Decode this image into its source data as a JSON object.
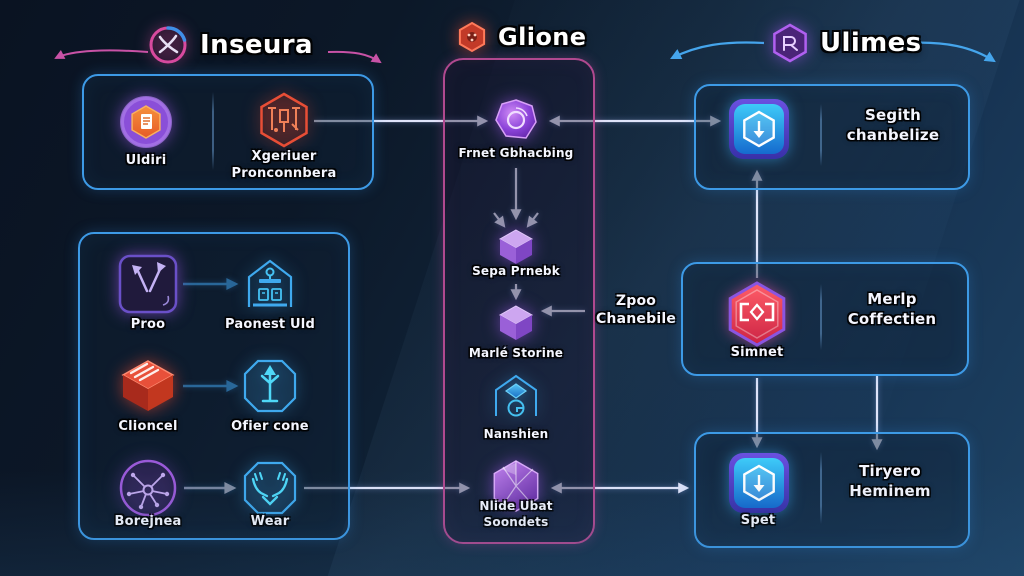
{
  "headers": {
    "left": {
      "label": "Inseura",
      "icon": "circle-x-icon"
    },
    "middle": {
      "label": "Glione",
      "icon": "red-hexagon-dots-icon"
    },
    "right": {
      "label": "Ulimes",
      "icon": "purple-hexagon-rune-icon"
    }
  },
  "left_column": {
    "top_box": {
      "items": [
        {
          "label": "Uldiri",
          "icon": "document-hexagon-orb-icon"
        },
        {
          "label": "Xgeriuer Pronconnbera",
          "icon": "rune-hexagon-icon"
        }
      ]
    },
    "bottom_box": {
      "rows": [
        {
          "source": {
            "label": "Proo",
            "icon": "v-arrows-square-icon"
          },
          "target": {
            "label": "Paonest Uld",
            "icon": "house-figures-icon"
          }
        },
        {
          "source": {
            "label": "Clioncel",
            "icon": "red-3d-box-icon"
          },
          "target": {
            "label": "Ofier cone",
            "icon": "branch-arrow-octagon-icon"
          }
        },
        {
          "source": {
            "label": "Borejnea",
            "icon": "network-circle-icon"
          },
          "target": {
            "label": "Wear",
            "icon": "hands-octagon-icon"
          }
        }
      ]
    }
  },
  "middle_column": {
    "items": [
      {
        "label": "Frnet Gbhacbing",
        "icon": "purple-blob-ring-icon"
      },
      {
        "label": "Sepa Prnebk",
        "icon": "purple-cube-icon"
      },
      {
        "label": "Marlé Storine",
        "icon": "purple-cube-icon"
      },
      {
        "label": "Nanshien",
        "icon": "house-diamond-g-icon"
      },
      {
        "label": "Nlide Ubat Soondets",
        "icon": "purple-gem-icon"
      }
    ],
    "side_note": "Zpoo Chanebile"
  },
  "right_column": {
    "boxes": [
      {
        "icon_label": "",
        "text": "Segith chanbelize",
        "icon": "shield-download-badge-icon"
      },
      {
        "icon_label": "Simnet",
        "text": "Merlp Coffectien",
        "icon": "red-hexagon-frame-icon"
      },
      {
        "icon_label": "Spet",
        "text": "Tiryero Heminem",
        "icon": "shield-download-badge-icon"
      }
    ]
  },
  "colors": {
    "background_dark": "#0a1322",
    "background_light": "#1d4162",
    "box_border_blue": "#3d9ae6",
    "panel_border_pink": "#b0498f",
    "arrow_light": "#dfe4fa",
    "arrow_blue": "#3fa0ea",
    "header_bracket_pink": "#c852a6",
    "header_bracket_blue": "#45a5ec",
    "accent_purple": "#9a5ad8",
    "accent_red": "#e8503a",
    "accent_cyan": "#4fd8f8",
    "text": "#f4f6ff"
  }
}
